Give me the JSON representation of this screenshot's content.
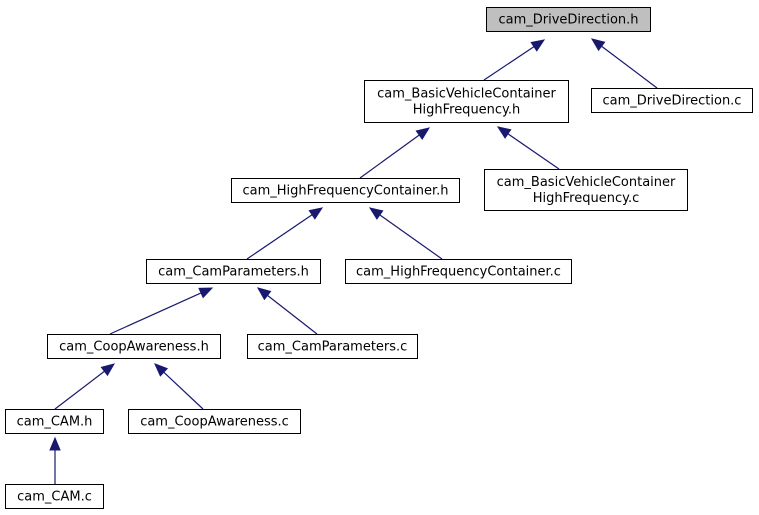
{
  "graph": {
    "nodes": [
      {
        "id": "drive_h",
        "lines": [
          "cam_DriveDirection.h"
        ],
        "highlight": true
      },
      {
        "id": "basic_h",
        "lines": [
          "cam_BasicVehicleContainer",
          "HighFrequency.h"
        ]
      },
      {
        "id": "drive_c",
        "lines": [
          "cam_DriveDirection.c"
        ]
      },
      {
        "id": "hfc_h",
        "lines": [
          "cam_HighFrequencyContainer.h"
        ]
      },
      {
        "id": "basic_c",
        "lines": [
          "cam_BasicVehicleContainer",
          "HighFrequency.c"
        ]
      },
      {
        "id": "camparams_h",
        "lines": [
          "cam_CamParameters.h"
        ]
      },
      {
        "id": "hfc_c",
        "lines": [
          "cam_HighFrequencyContainer.c"
        ]
      },
      {
        "id": "coop_h",
        "lines": [
          "cam_CoopAwareness.h"
        ]
      },
      {
        "id": "camparams_c",
        "lines": [
          "cam_CamParameters.c"
        ]
      },
      {
        "id": "cam_h",
        "lines": [
          "cam_CAM.h"
        ]
      },
      {
        "id": "coop_c",
        "lines": [
          "cam_CoopAwareness.c"
        ]
      },
      {
        "id": "cam_c",
        "lines": [
          "cam_CAM.c"
        ]
      }
    ],
    "edges": [
      {
        "from": "basic_h",
        "to": "drive_h"
      },
      {
        "from": "drive_c",
        "to": "drive_h"
      },
      {
        "from": "hfc_h",
        "to": "basic_h"
      },
      {
        "from": "basic_c",
        "to": "basic_h"
      },
      {
        "from": "camparams_h",
        "to": "hfc_h"
      },
      {
        "from": "hfc_c",
        "to": "hfc_h"
      },
      {
        "from": "coop_h",
        "to": "camparams_h"
      },
      {
        "from": "camparams_c",
        "to": "camparams_h"
      },
      {
        "from": "cam_h",
        "to": "coop_h"
      },
      {
        "from": "coop_c",
        "to": "coop_h"
      },
      {
        "from": "cam_c",
        "to": "cam_h"
      }
    ]
  },
  "colors": {
    "highlight_fill": "#bfbfbf",
    "node_fill": "#ffffff",
    "edge": "#191970"
  }
}
